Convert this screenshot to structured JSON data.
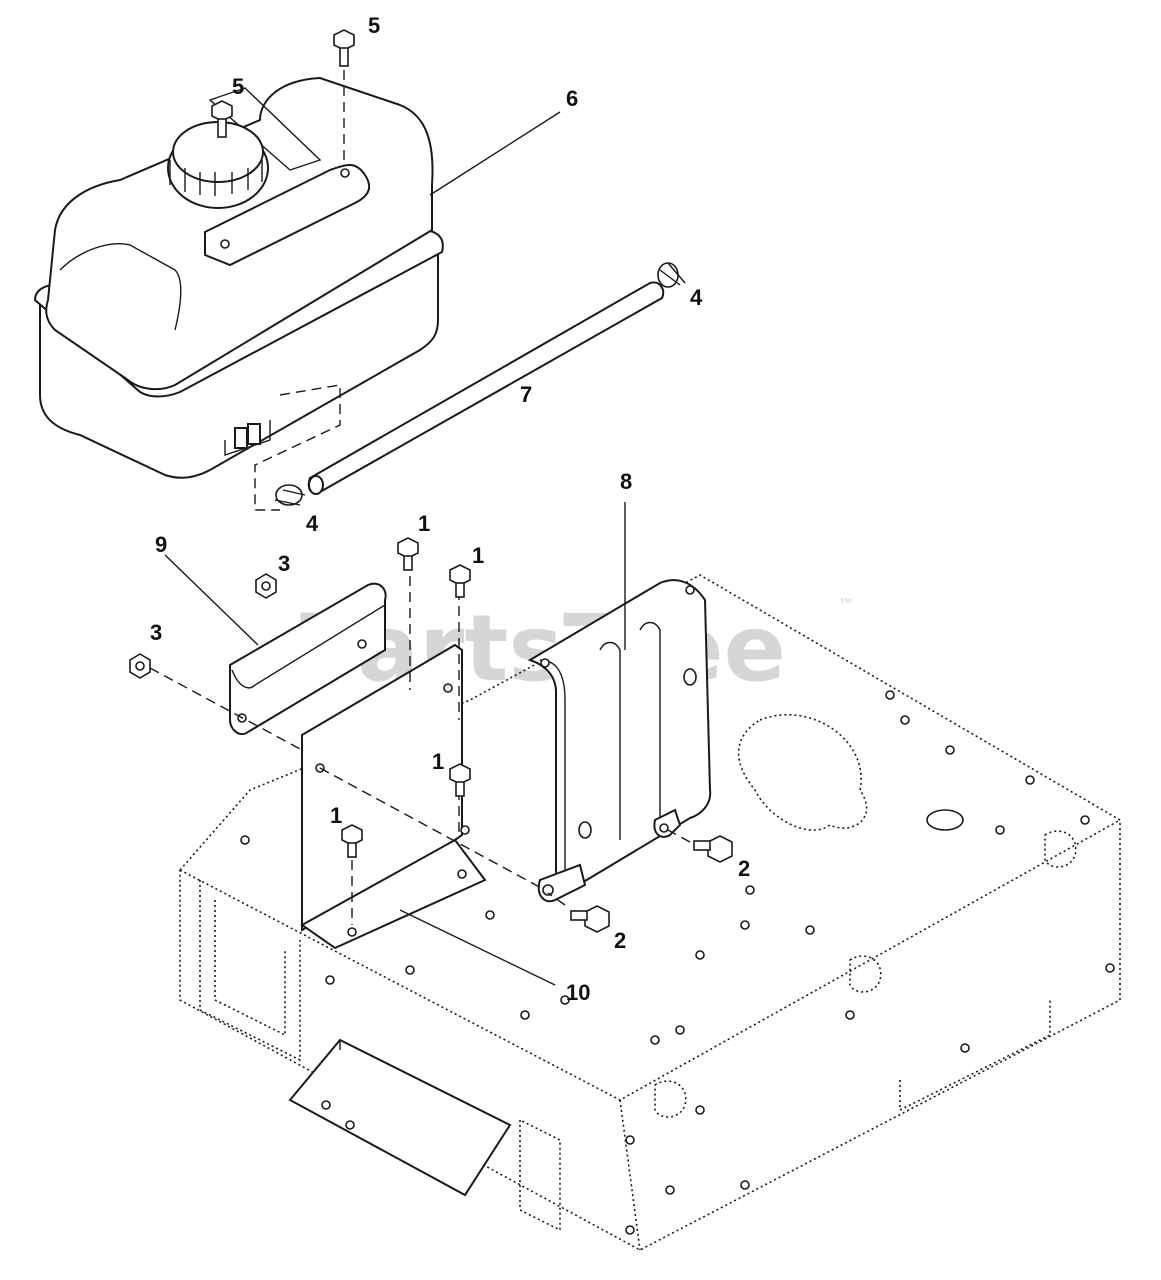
{
  "diagram": {
    "callouts": {
      "tank_cap_screw": "5",
      "tank_screw": "5",
      "fuel_tank": "6",
      "clamp_upper": "4",
      "fuel_line": "7",
      "clamp_lower": "4",
      "shield": "8",
      "strap": "9",
      "nut_upper": "3",
      "nut_lower": "3",
      "bolt_a": "1",
      "bolt_b": "1",
      "bolt_c": "1",
      "bolt_d": "1",
      "screw_right": "2",
      "screw_lower": "2",
      "bracket": "10"
    },
    "watermark": {
      "text": "PartsTree",
      "trademark": "™"
    }
  }
}
